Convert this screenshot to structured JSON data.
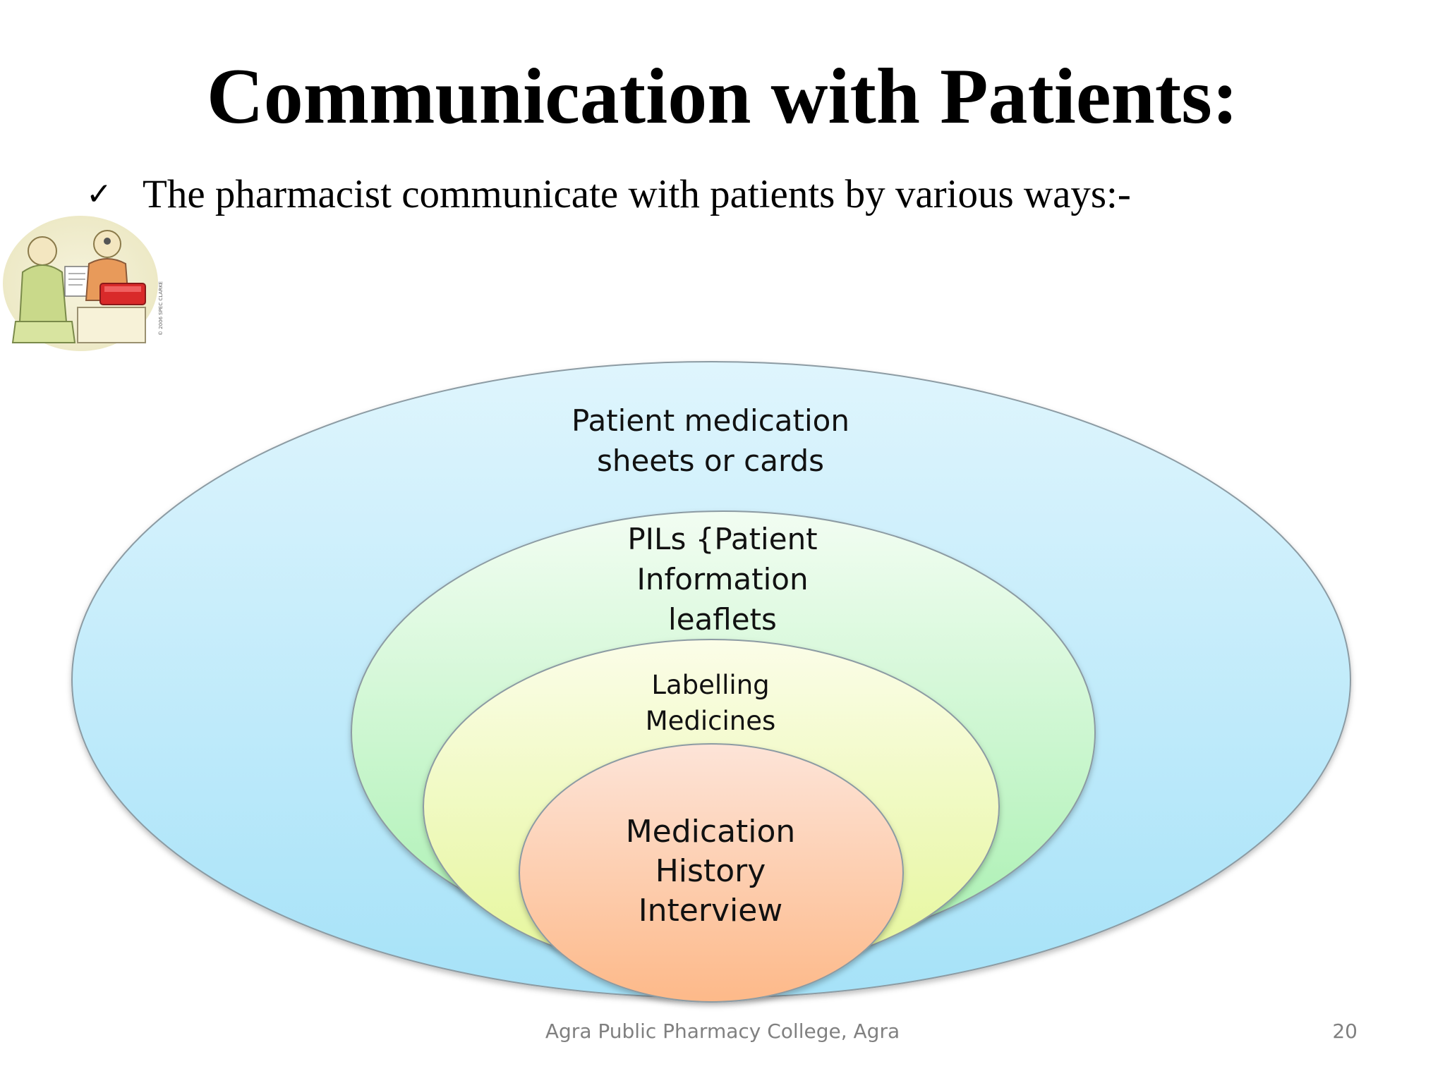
{
  "slide": {
    "title": "Communication with Patients:",
    "bullet": {
      "icon": "checkmark-icon",
      "text": "The pharmacist communicate with patients by various ways:-"
    },
    "illustration": "pharmacist-patient-cartoon",
    "footer": "Agra Public Pharmacy College, Agra",
    "page_number": "20"
  },
  "diagram": {
    "type": "nested-ellipses",
    "layers": [
      {
        "label": "Patient medication\nsheets or cards",
        "color_top": "#dff5fd",
        "color_bottom": "#a6e2f8"
      },
      {
        "label": "PILs {Patient\nInformation\nleaflets",
        "color_top": "#f2fdf2",
        "color_bottom": "#a8f0b0"
      },
      {
        "label": "Labelling\nMedicines",
        "color_top": "#fbfde8",
        "color_bottom": "#e5f69a"
      },
      {
        "label": "Medication\nHistory\nInterview",
        "color_top": "#fde4d8",
        "color_bottom": "#fdb989"
      }
    ]
  }
}
